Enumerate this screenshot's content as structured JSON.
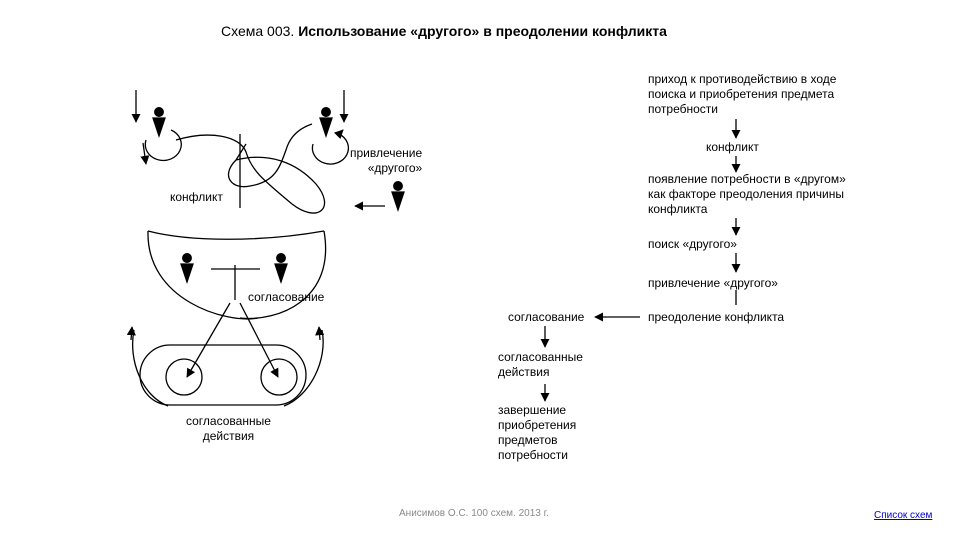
{
  "title": {
    "prefix": "Схема 003. ",
    "main": "Использование «другого» в преодолении конфликта"
  },
  "left_diagram": {
    "attraction_label": "привлечение\n«другого»",
    "conflict_label": "конфликт",
    "coordination_label": "согласование",
    "coordinated_actions_label": "согласованные\nдействия"
  },
  "flow": {
    "step1": "приход к противодействию в ходе\nпоиска и приобретения предмета\nпотребности",
    "step2": "конфликт",
    "step3": "появление потребности в «другом»\nкак факторе преодоления причины\nконфликта",
    "step4": "поиск «другого»",
    "step5": "привлечение «другого»",
    "step6": "преодоление конфликта",
    "step7": "согласование",
    "step8": "согласованные\nдействия",
    "step9": "завершение\nприобретения\nпредметов\nпотребности"
  },
  "footer": {
    "credit": "Анисимов О.С. 100 схем. 2013 г.",
    "link": "Список схем"
  }
}
